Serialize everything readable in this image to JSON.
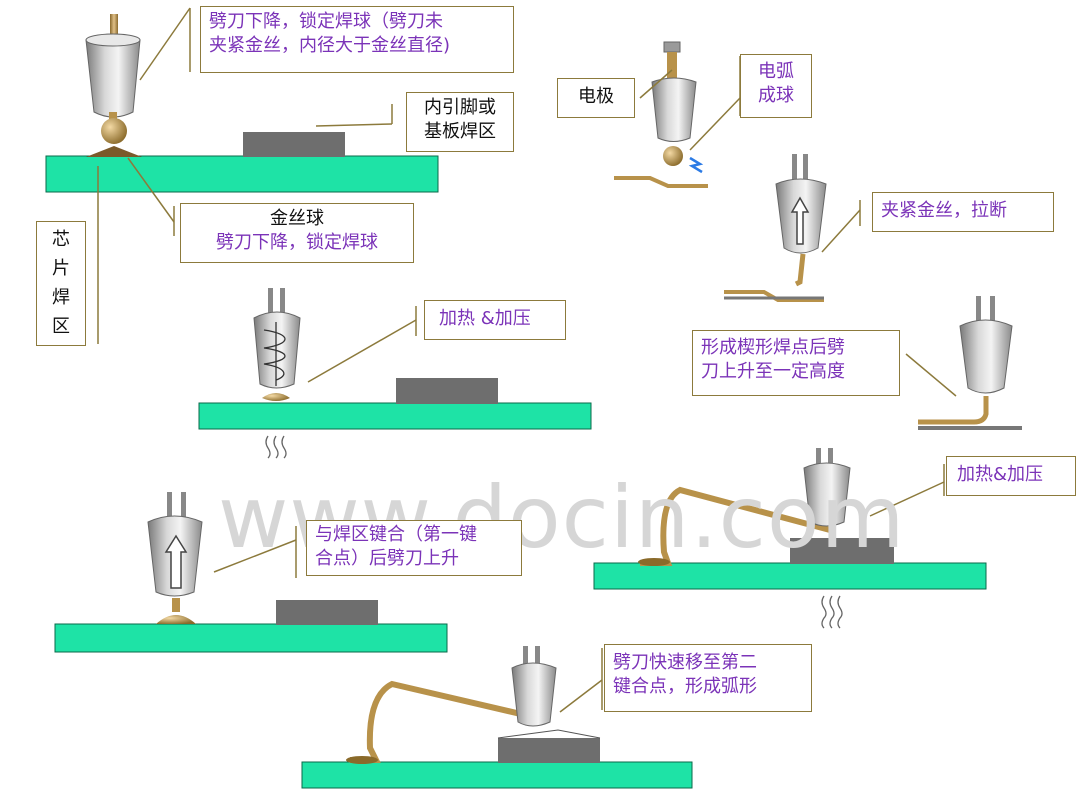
{
  "labels": {
    "step1_desc": [
      "劈刀下降，锁定焊球（劈刀未",
      "夹紧金丝，内径大于金丝直径)"
    ],
    "lead_pad": [
      "内引脚或",
      "基板焊区"
    ],
    "gold_ball": "金丝球",
    "gold_ball_desc": "劈刀下降，锁定焊球",
    "chip_pad": [
      "芯",
      "片",
      "焊",
      "区"
    ],
    "electrode": "电极",
    "arc_ball": [
      "电弧",
      "成球"
    ],
    "clamp_break": "夹紧金丝，拉断",
    "heat_press_1": "加热 &加压",
    "wedge_bond": [
      "形成楔形焊点后劈",
      "刀上升至一定高度"
    ],
    "first_bond_rise": [
      "与焊区键合（第一键",
      "合点）后劈刀上升"
    ],
    "heat_press_2": "加热&加压",
    "move_arc": [
      "劈刀快速移至第二",
      "键合点，形成弧形"
    ]
  },
  "watermark": "www.docin.com",
  "colors": {
    "substrate": "#1ee3a6",
    "pad": "#6e6e6e",
    "wire": "#b8924a",
    "tool": "#9a9a9a",
    "label_purple": "#7b33b8",
    "box_border": "#8c7a3c"
  }
}
